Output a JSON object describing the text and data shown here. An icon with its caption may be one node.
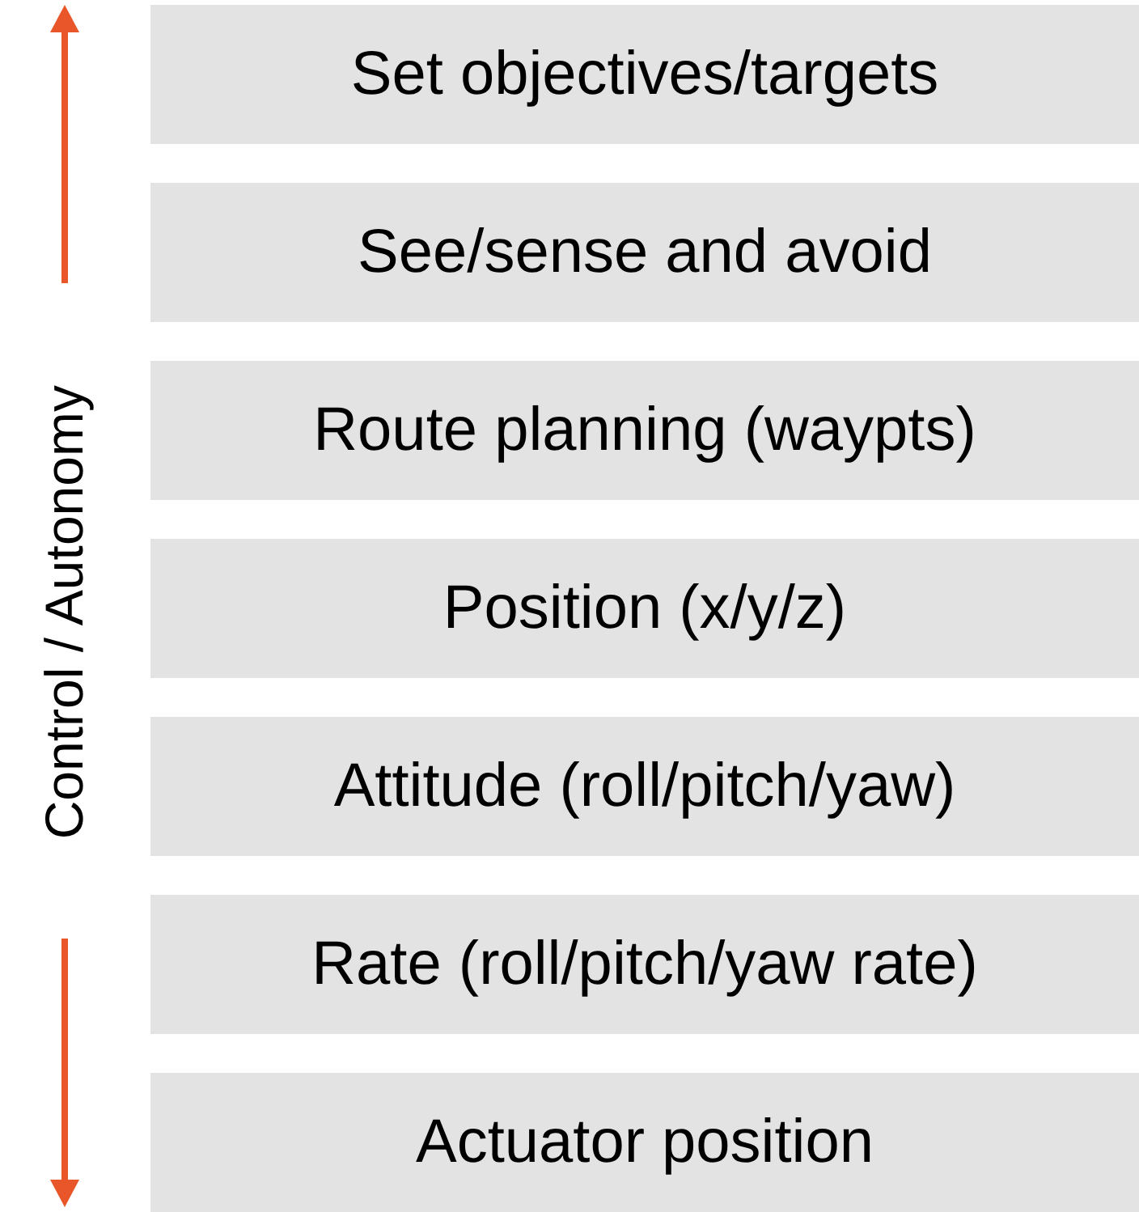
{
  "diagram": {
    "nodes": [
      {
        "text": [
          "Set objectives/targets"
        ]
      },
      {
        "text": [
          "See/sense and avoid"
        ]
      },
      {
        "text": [
          "Route planning (waypts)"
        ]
      },
      {
        "text": [
          "Position (x/y/z)"
        ]
      },
      {
        "text": [
          "Attitude (roll/pitch/yaw)"
        ]
      },
      {
        "text": [
          "Rate (roll/pitch/yaw rate)"
        ]
      },
      {
        "text": [
          "Actuator position"
        ]
      }
    ],
    "labels": [
      "Control / Autonomy"
    ]
  }
}
